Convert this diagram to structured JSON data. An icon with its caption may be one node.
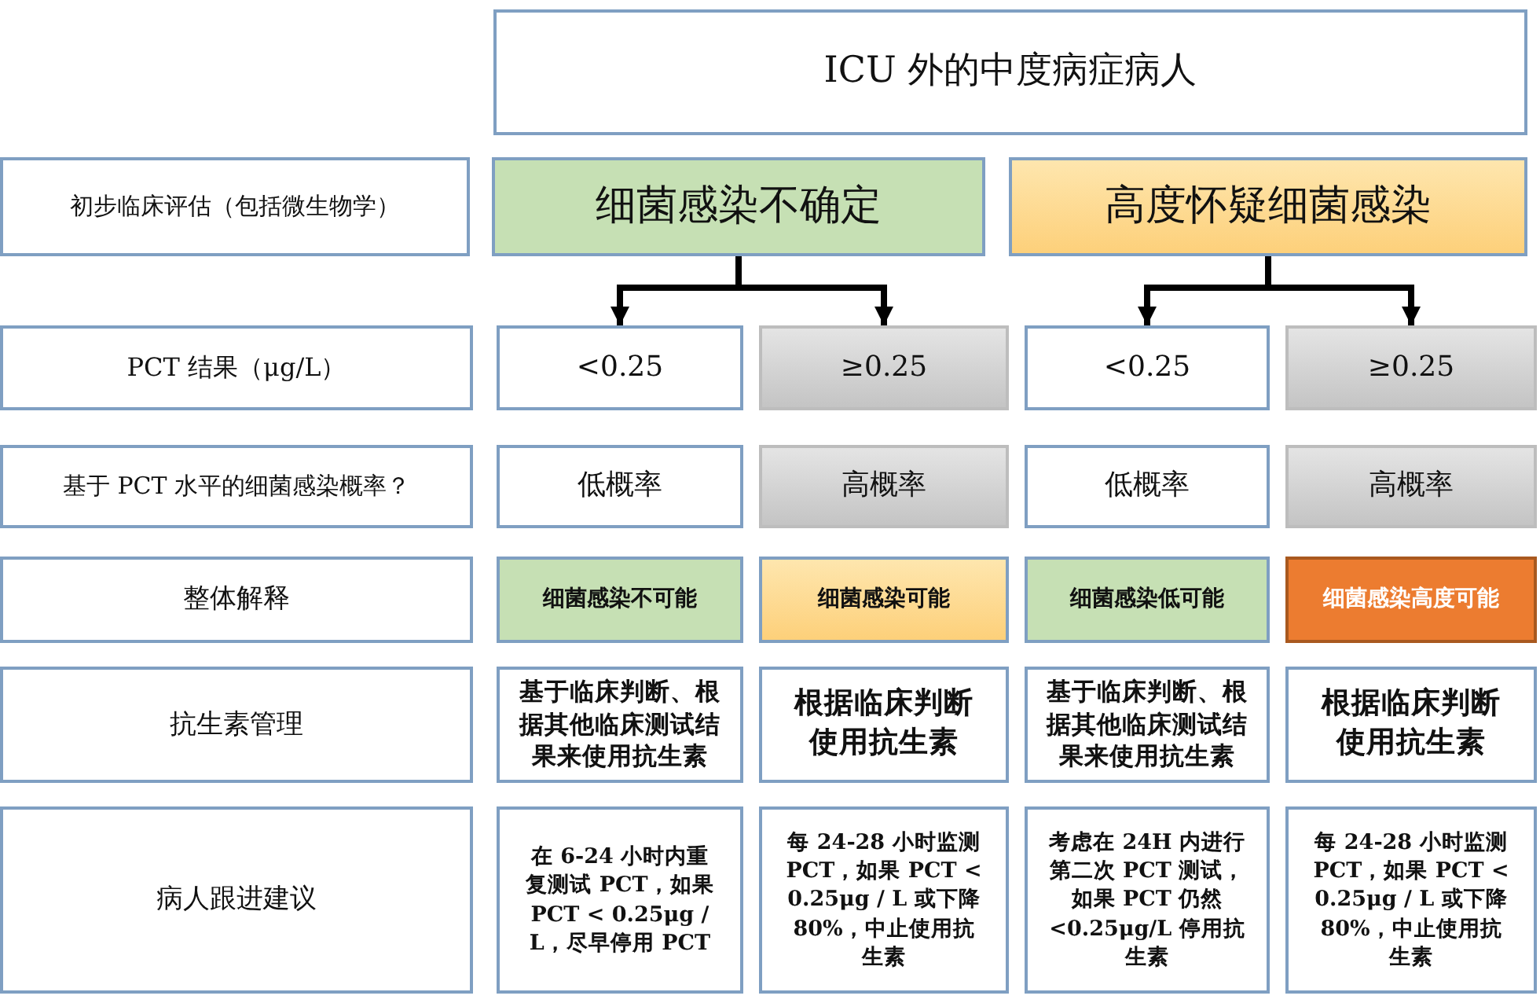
{
  "diagram": {
    "nodes": [
      {
        "text": [
          "ICU 外的中度病症病人"
        ]
      },
      {
        "text": [
          "初步临床评估（包括微生物学）"
        ]
      },
      {
        "text": [
          "细菌感染不确定"
        ]
      },
      {
        "text": [
          "高度怀疑细菌感染"
        ]
      },
      {
        "text": [
          "PCT 结果（μg/L）"
        ]
      },
      {
        "text": [
          "<0.25"
        ]
      },
      {
        "text": [
          "≥0.25"
        ]
      },
      {
        "text": [
          "<0.25"
        ]
      },
      {
        "text": [
          "≥0.25"
        ]
      },
      {
        "text": [
          "基于 PCT 水平的细菌感染概率？"
        ]
      },
      {
        "text": [
          "低概率"
        ]
      },
      {
        "text": [
          "高概率"
        ]
      },
      {
        "text": [
          "低概率"
        ]
      },
      {
        "text": [
          "高概率"
        ]
      },
      {
        "text": [
          "整体解释"
        ]
      },
      {
        "text": [
          "细菌感染不可能"
        ]
      },
      {
        "text": [
          "细菌感染可能"
        ]
      },
      {
        "text": [
          "细菌感染低可能"
        ]
      },
      {
        "text": [
          "细菌感染高度可能"
        ]
      },
      {
        "text": [
          "抗生素管理"
        ]
      },
      {
        "text": [
          "基于临床判断、根据其他临床测试结果来使用抗生素"
        ]
      },
      {
        "text": [
          "根据临床判断使用抗生素"
        ]
      },
      {
        "text": [
          "基于临床判断、根据其他临床测试结果来使用抗生素"
        ]
      },
      {
        "text": [
          "根据临床判断使用抗生素"
        ]
      },
      {
        "text": [
          "病人跟进建议"
        ]
      },
      {
        "text": [
          "在 6-24 小时内重复测试 PCT，如果 PCT < 0.25μg / L，尽早停用 PCT"
        ]
      },
      {
        "text": [
          "每 24-28 小时监测 PCT，如果 PCT < 0.25μg / L 或下降 80%，中止使用抗生素"
        ]
      },
      {
        "text": [
          "考虑在 24H 内进行第二次 PCT 测试，如果 PCT 仍然 <0.25μg/L 停用抗生素"
        ]
      },
      {
        "text": [
          "每 24-28 小时监测 PCT，如果 PCT < 0.25μg / L 或下降 80%，中止使用抗生素"
        ]
      }
    ],
    "edges": [
      {
        "from": 2,
        "to": 5,
        "arrow": "to"
      },
      {
        "from": 2,
        "to": 6,
        "arrow": "to"
      },
      {
        "from": 3,
        "to": 7,
        "arrow": "to"
      },
      {
        "from": 3,
        "to": 8,
        "arrow": "to"
      }
    ]
  }
}
